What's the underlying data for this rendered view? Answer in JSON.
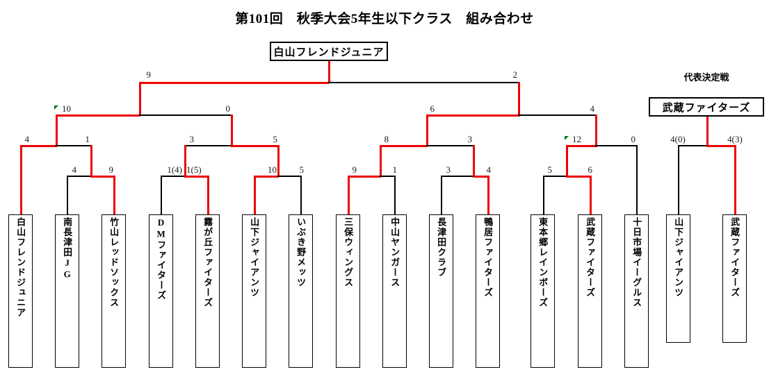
{
  "title": "第101回　秋季大会5年生以下クラス　組み合わせ",
  "champion": {
    "label": "白山フレンドジュニア"
  },
  "playoff": {
    "section_label": "代表決定戦",
    "winner_label": "武蔵ファイターズ",
    "left_score": "4(0)",
    "right_score": "4(3)",
    "teams": [
      {
        "name": "山下ジャイアンツ"
      },
      {
        "name": "武蔵ファイターズ"
      }
    ]
  },
  "teams": [
    {
      "id": 1,
      "name": "白山フレンドジュニア"
    },
    {
      "id": 2,
      "name": "南長津田JG"
    },
    {
      "id": 3,
      "name": "竹山レッドソックス"
    },
    {
      "id": 4,
      "name": "DMファイターズ"
    },
    {
      "id": 5,
      "name": "霧が丘ファイターズ"
    },
    {
      "id": 6,
      "name": "山下ジャイアンツ"
    },
    {
      "id": 7,
      "name": "いぶき野メッツ"
    },
    {
      "id": 8,
      "name": "三保ウィングス"
    },
    {
      "id": 9,
      "name": "中山ヤンガース"
    },
    {
      "id": 10,
      "name": "長津田クラブ"
    },
    {
      "id": 11,
      "name": "鴨居ファイターズ"
    },
    {
      "id": 12,
      "name": "東本郷レインボーズ"
    },
    {
      "id": 13,
      "name": "武蔵ファイターズ"
    },
    {
      "id": 14,
      "name": "十日市場イーグルス"
    }
  ],
  "scores": {
    "final_left": "9",
    "final_right": "2",
    "semi_left": "10",
    "semi_left_right": "0",
    "semi_right": "6",
    "semi_right_right": "4",
    "q1_left": "4",
    "q1_right": "1",
    "q2_left": "3",
    "q2_right": "5",
    "q3_left": "8",
    "q3_right": "3",
    "q4_left": "12",
    "q4_right": "0",
    "r1a_left": "4",
    "r1a_right": "9",
    "r1b_left": "1(4)",
    "r1b_right": "1(5)",
    "r1c_left": "10",
    "r1c_right": "5",
    "r1d_left": "9",
    "r1d_right": "1",
    "r1e_left": "3",
    "r1e_right": "4",
    "r1f_left": "5",
    "r1f_right": "6"
  },
  "colors": {
    "winner_line": "#ee0000",
    "loser_line": "#000000",
    "seed_marker": "#0a7a23",
    "text": "#000000"
  }
}
